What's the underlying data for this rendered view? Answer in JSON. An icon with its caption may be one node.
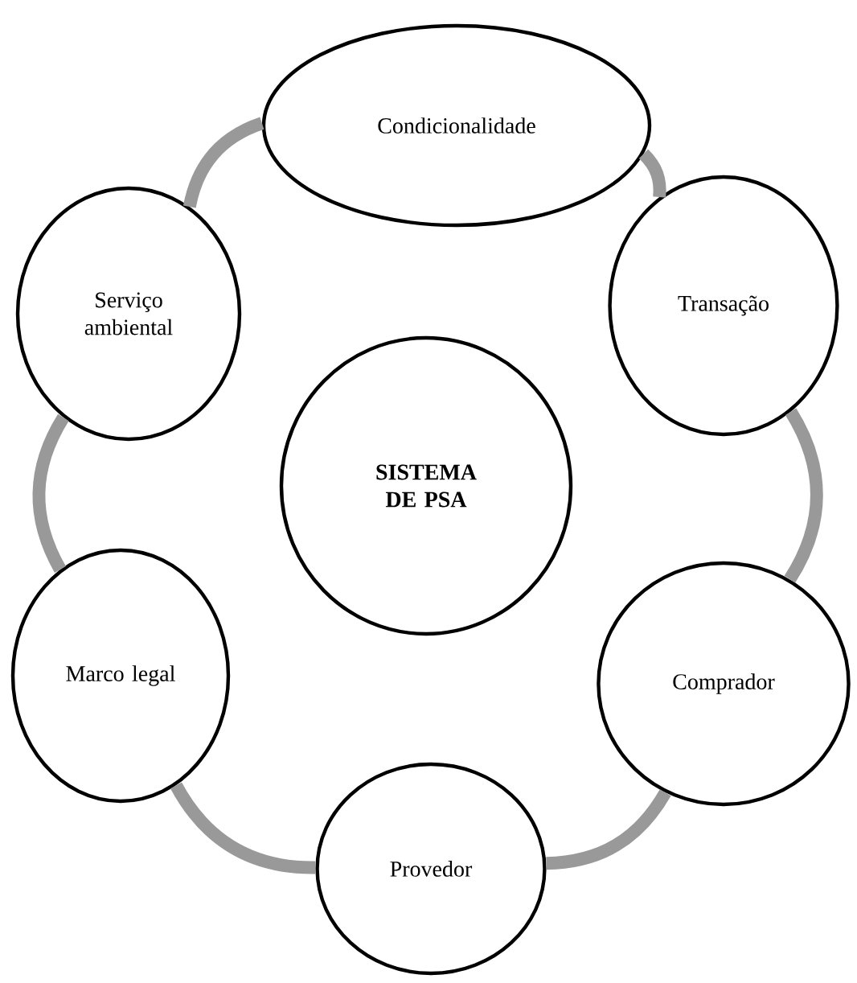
{
  "diagram": {
    "nodes": [
      {
        "text": [
          "SISTEMA DE PSA"
        ]
      },
      {
        "text": [
          "Condicionalidade"
        ]
      },
      {
        "text": [
          "Transação"
        ]
      },
      {
        "text": [
          "Comprador"
        ]
      },
      {
        "text": [
          "Provedor"
        ]
      },
      {
        "text": [
          "Marco legal"
        ]
      },
      {
        "text": [
          "Serviço ambiental"
        ]
      }
    ],
    "edges": [
      {
        "from": 1,
        "to": 2,
        "arrow": "none"
      },
      {
        "from": 2,
        "to": 3,
        "arrow": "none"
      },
      {
        "from": 3,
        "to": 4,
        "arrow": "none"
      },
      {
        "from": 4,
        "to": 5,
        "arrow": "none"
      },
      {
        "from": 5,
        "to": 6,
        "arrow": "none"
      },
      {
        "from": 6,
        "to": 1,
        "arrow": "none"
      }
    ]
  }
}
